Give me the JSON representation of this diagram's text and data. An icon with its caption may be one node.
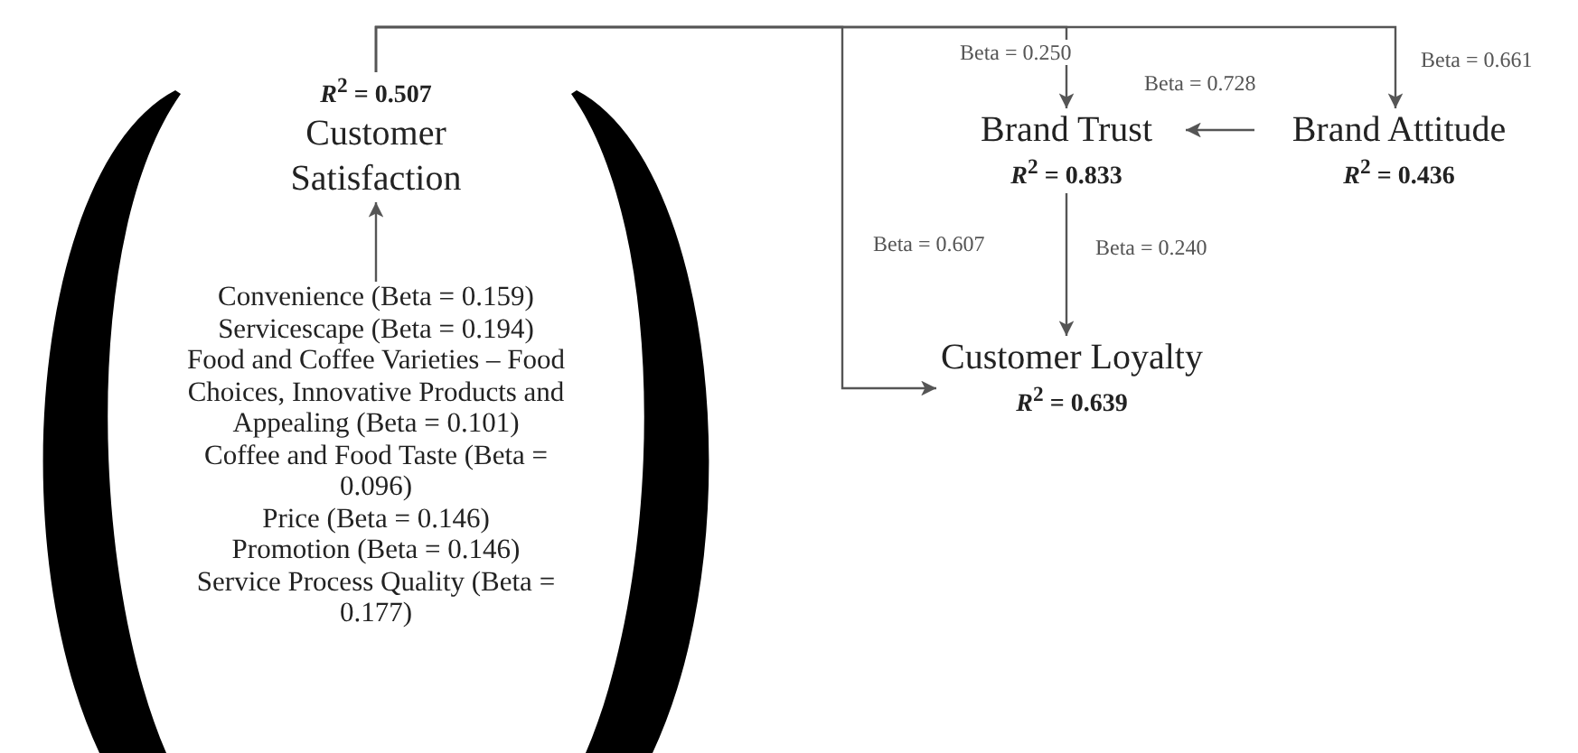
{
  "diagram": {
    "nodes": [
      {
        "text": [
          "*R*$^{2}$ = 0.507",
          "Customer Satisfaction"
        ]
      },
      {
        "text": [
          "Convenience (Beta = 0.159)",
          "Servicescape (Beta = 0.194)",
          "Food and Coffee Varieties – Food Choices, Innovative Products and Appealing (Beta = 0.101)",
          "Coffee and Food Taste (Beta = 0.096)",
          "Price (Beta = 0.146)",
          "Promotion (Beta = 0.146)",
          "Service Process Quality (Beta = 0.177)"
        ]
      },
      {
        "text": [
          "Brand Trust",
          "*R*$^{2}$ = 0.833"
        ]
      },
      {
        "text": [
          "Brand Attitude",
          "*R*$^{2}$ = 0.436"
        ]
      },
      {
        "text": [
          "Customer Loyalty",
          "*R*$^{2}$ = 0.639"
        ]
      }
    ],
    "edges": [
      {
        "from": 1,
        "to": 0,
        "arrow": "to"
      },
      {
        "from": 0,
        "to": 2,
        "arrow": "to",
        "label": "Beta = 0.250"
      },
      {
        "from": 0,
        "to": 3,
        "arrow": "to",
        "label": "Beta = 0.661"
      },
      {
        "from": 0,
        "to": 4,
        "arrow": "to",
        "label": "Beta = 0.607"
      },
      {
        "from": 3,
        "to": 2,
        "arrow": "to",
        "label": "Beta = 0.728"
      },
      {
        "from": 2,
        "to": 4,
        "arrow": "to",
        "label": "Beta = 0.240"
      }
    ]
  }
}
